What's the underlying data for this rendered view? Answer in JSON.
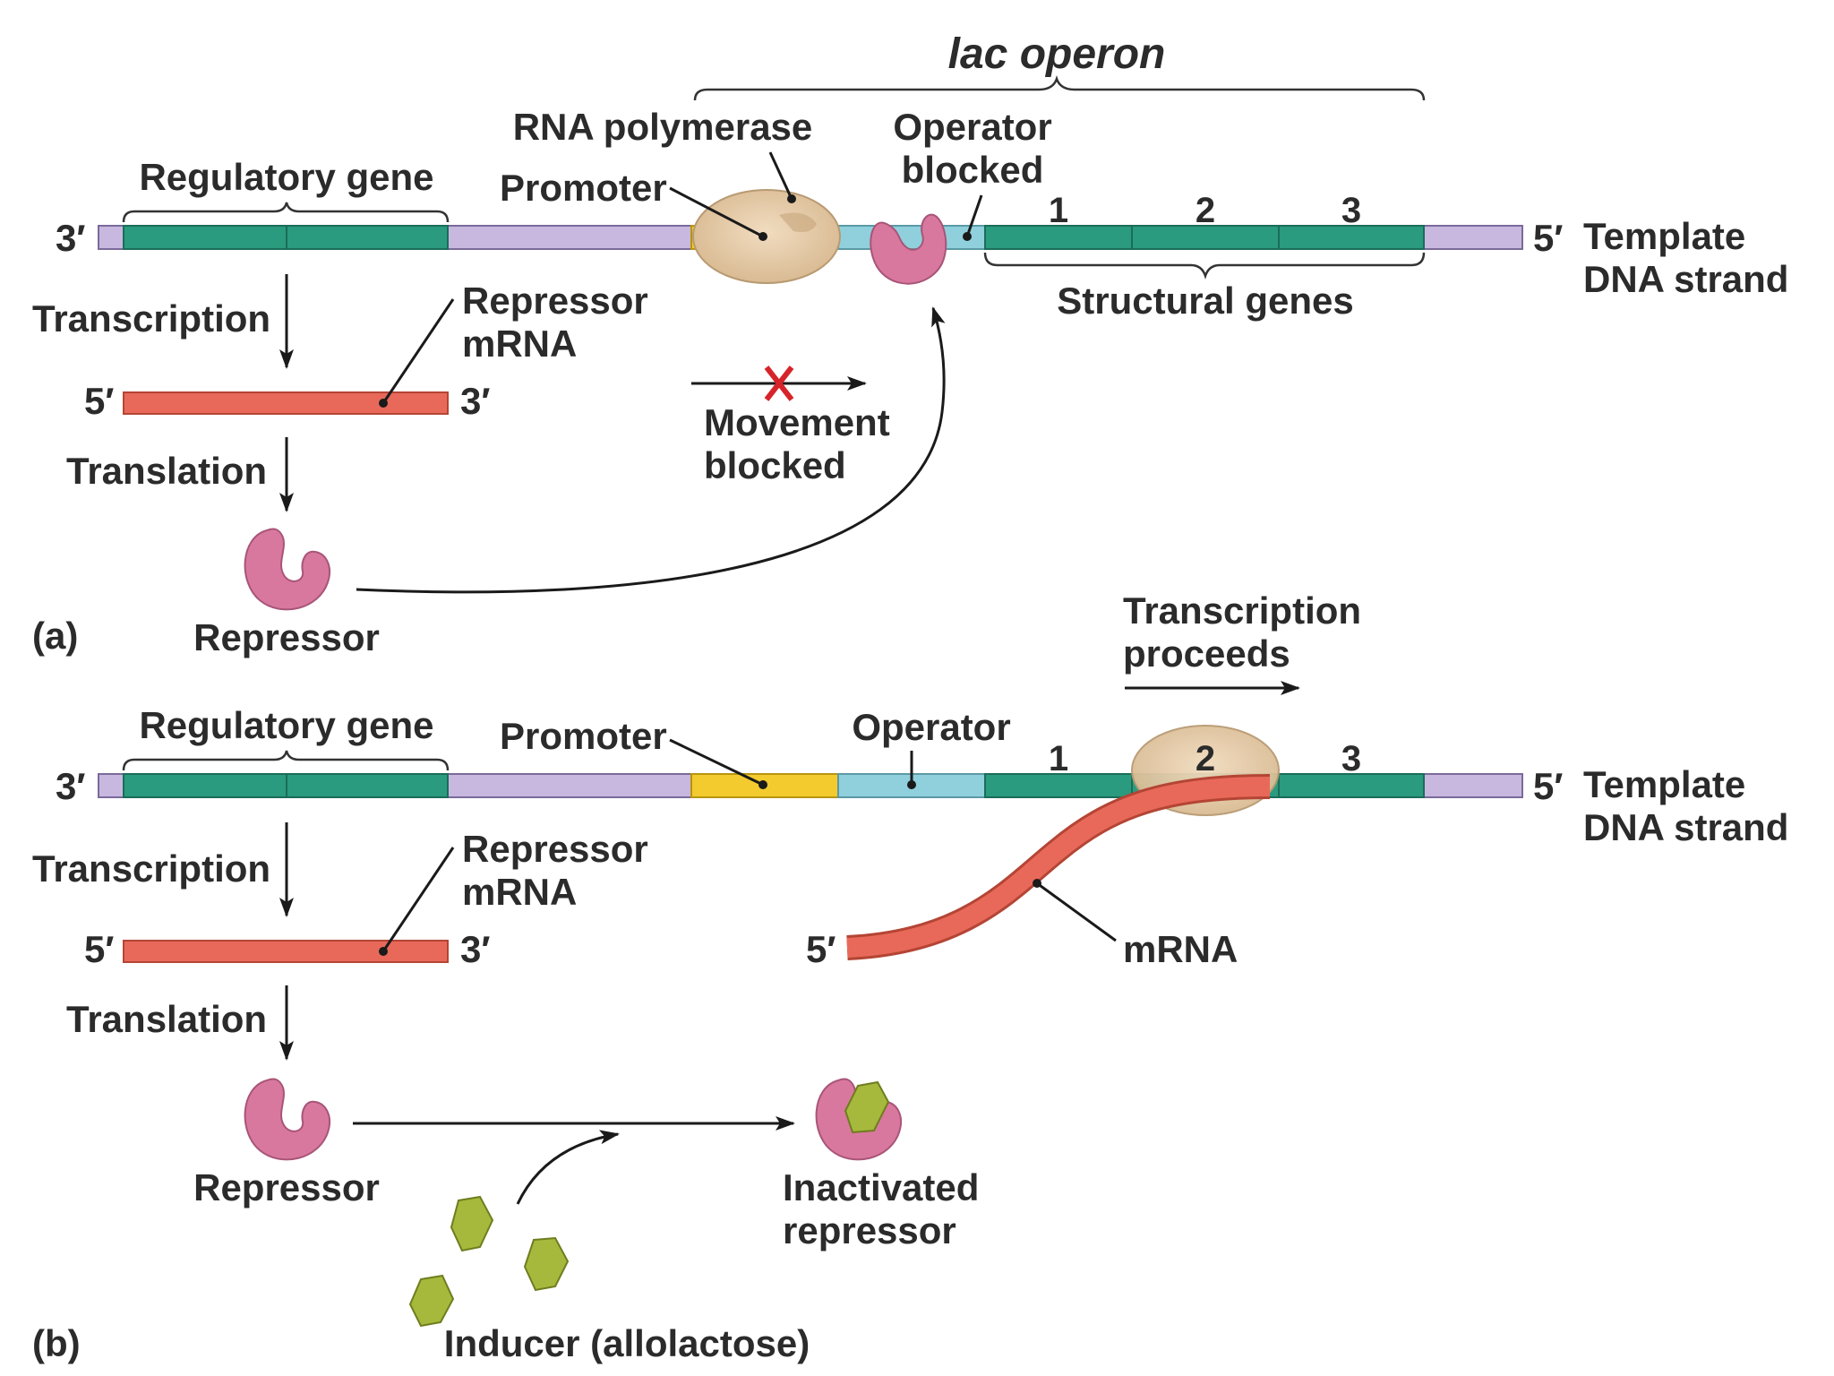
{
  "panel_a": {
    "panel_label": "(a)",
    "lac_operon": "lac operon",
    "rna_polymerase": "RNA polymerase",
    "regulatory_gene": "Regulatory gene",
    "promoter": "Promoter",
    "operator_blocked_1": "Operator",
    "operator_blocked_2": "blocked",
    "gene_numbers": [
      "1",
      "2",
      "3"
    ],
    "end_3": "3′",
    "end_5": "5′",
    "template_1": "Template",
    "template_2": "DNA strand",
    "structural_genes": "Structural genes",
    "transcription": "Transcription",
    "translation": "Translation",
    "repressor_mrna_1": "Repressor",
    "repressor_mrna_2": "mRNA",
    "mrna_5": "5′",
    "mrna_3": "3′",
    "movement_blocked_1": "Movement",
    "movement_blocked_2": "blocked",
    "repressor": "Repressor"
  },
  "panel_b": {
    "panel_label": "(b)",
    "regulatory_gene": "Regulatory gene",
    "promoter": "Promoter",
    "operator": "Operator",
    "gene_numbers": [
      "1",
      "2",
      "3"
    ],
    "end_3": "3′",
    "end_5": "5′",
    "template_1": "Template",
    "template_2": "DNA strand",
    "transcription_proceeds_1": "Transcription",
    "transcription_proceeds_2": "proceeds",
    "transcription": "Transcription",
    "translation": "Translation",
    "repressor_mrna_1": "Repressor",
    "repressor_mrna_2": "mRNA",
    "mrna_5": "5′",
    "mrna_3": "3′",
    "mrna_strand_5": "5′",
    "mrna": "mRNA",
    "repressor": "Repressor",
    "inactivated_1": "Inactivated",
    "inactivated_2": "repressor",
    "inducer": "Inducer (allolactose)"
  },
  "colors": {
    "dna_backbone": "#c8b8e0",
    "regulatory_gene": "#2a9b7e",
    "promoter": "#f3cb2e",
    "operator": "#8fd0dc",
    "structural_gene": "#2a9b7e",
    "mrna": "#e8695a",
    "repressor": "#d9789e",
    "rna_polymerase": "#e6c9a6",
    "inducer": "#a6b93c",
    "block_x": "#d6242a"
  }
}
